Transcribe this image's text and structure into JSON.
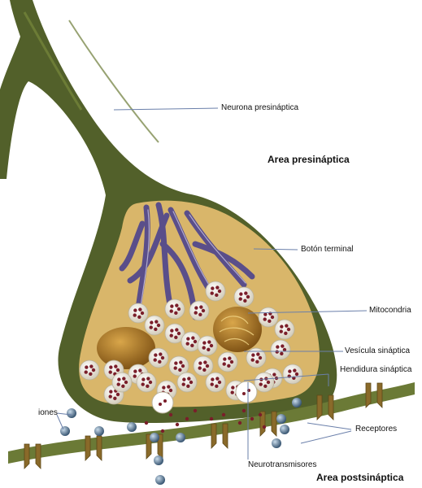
{
  "labels": {
    "presynaptic_neuron": "Neurona presináptica",
    "presynaptic_area": "Area presináptica",
    "terminal_button": "Botón terminal",
    "mitochondria": "Mitocondria",
    "synaptic_vesicle": "Vesícula sináptica",
    "synaptic_cleft": "Hendidura sináptica",
    "ions": "iones",
    "receptors": "Receptores",
    "neurotransmitters": "Neurotransmisores",
    "postsynaptic_area": "Area postsináptica"
  },
  "colors": {
    "neuron_green": "#52602a",
    "neuron_green_light": "#6b7a36",
    "cytoplasm": "#d9b66a",
    "microtubule_purple": "#5a4e8a",
    "mitochondria": "#a8751f",
    "vesicle": "#f1eee5",
    "neurotransmitter": "#7a1e2a",
    "ion": "#4f6f8e",
    "receptor": "#8a6a2a",
    "label_line": "#6a7faa"
  }
}
